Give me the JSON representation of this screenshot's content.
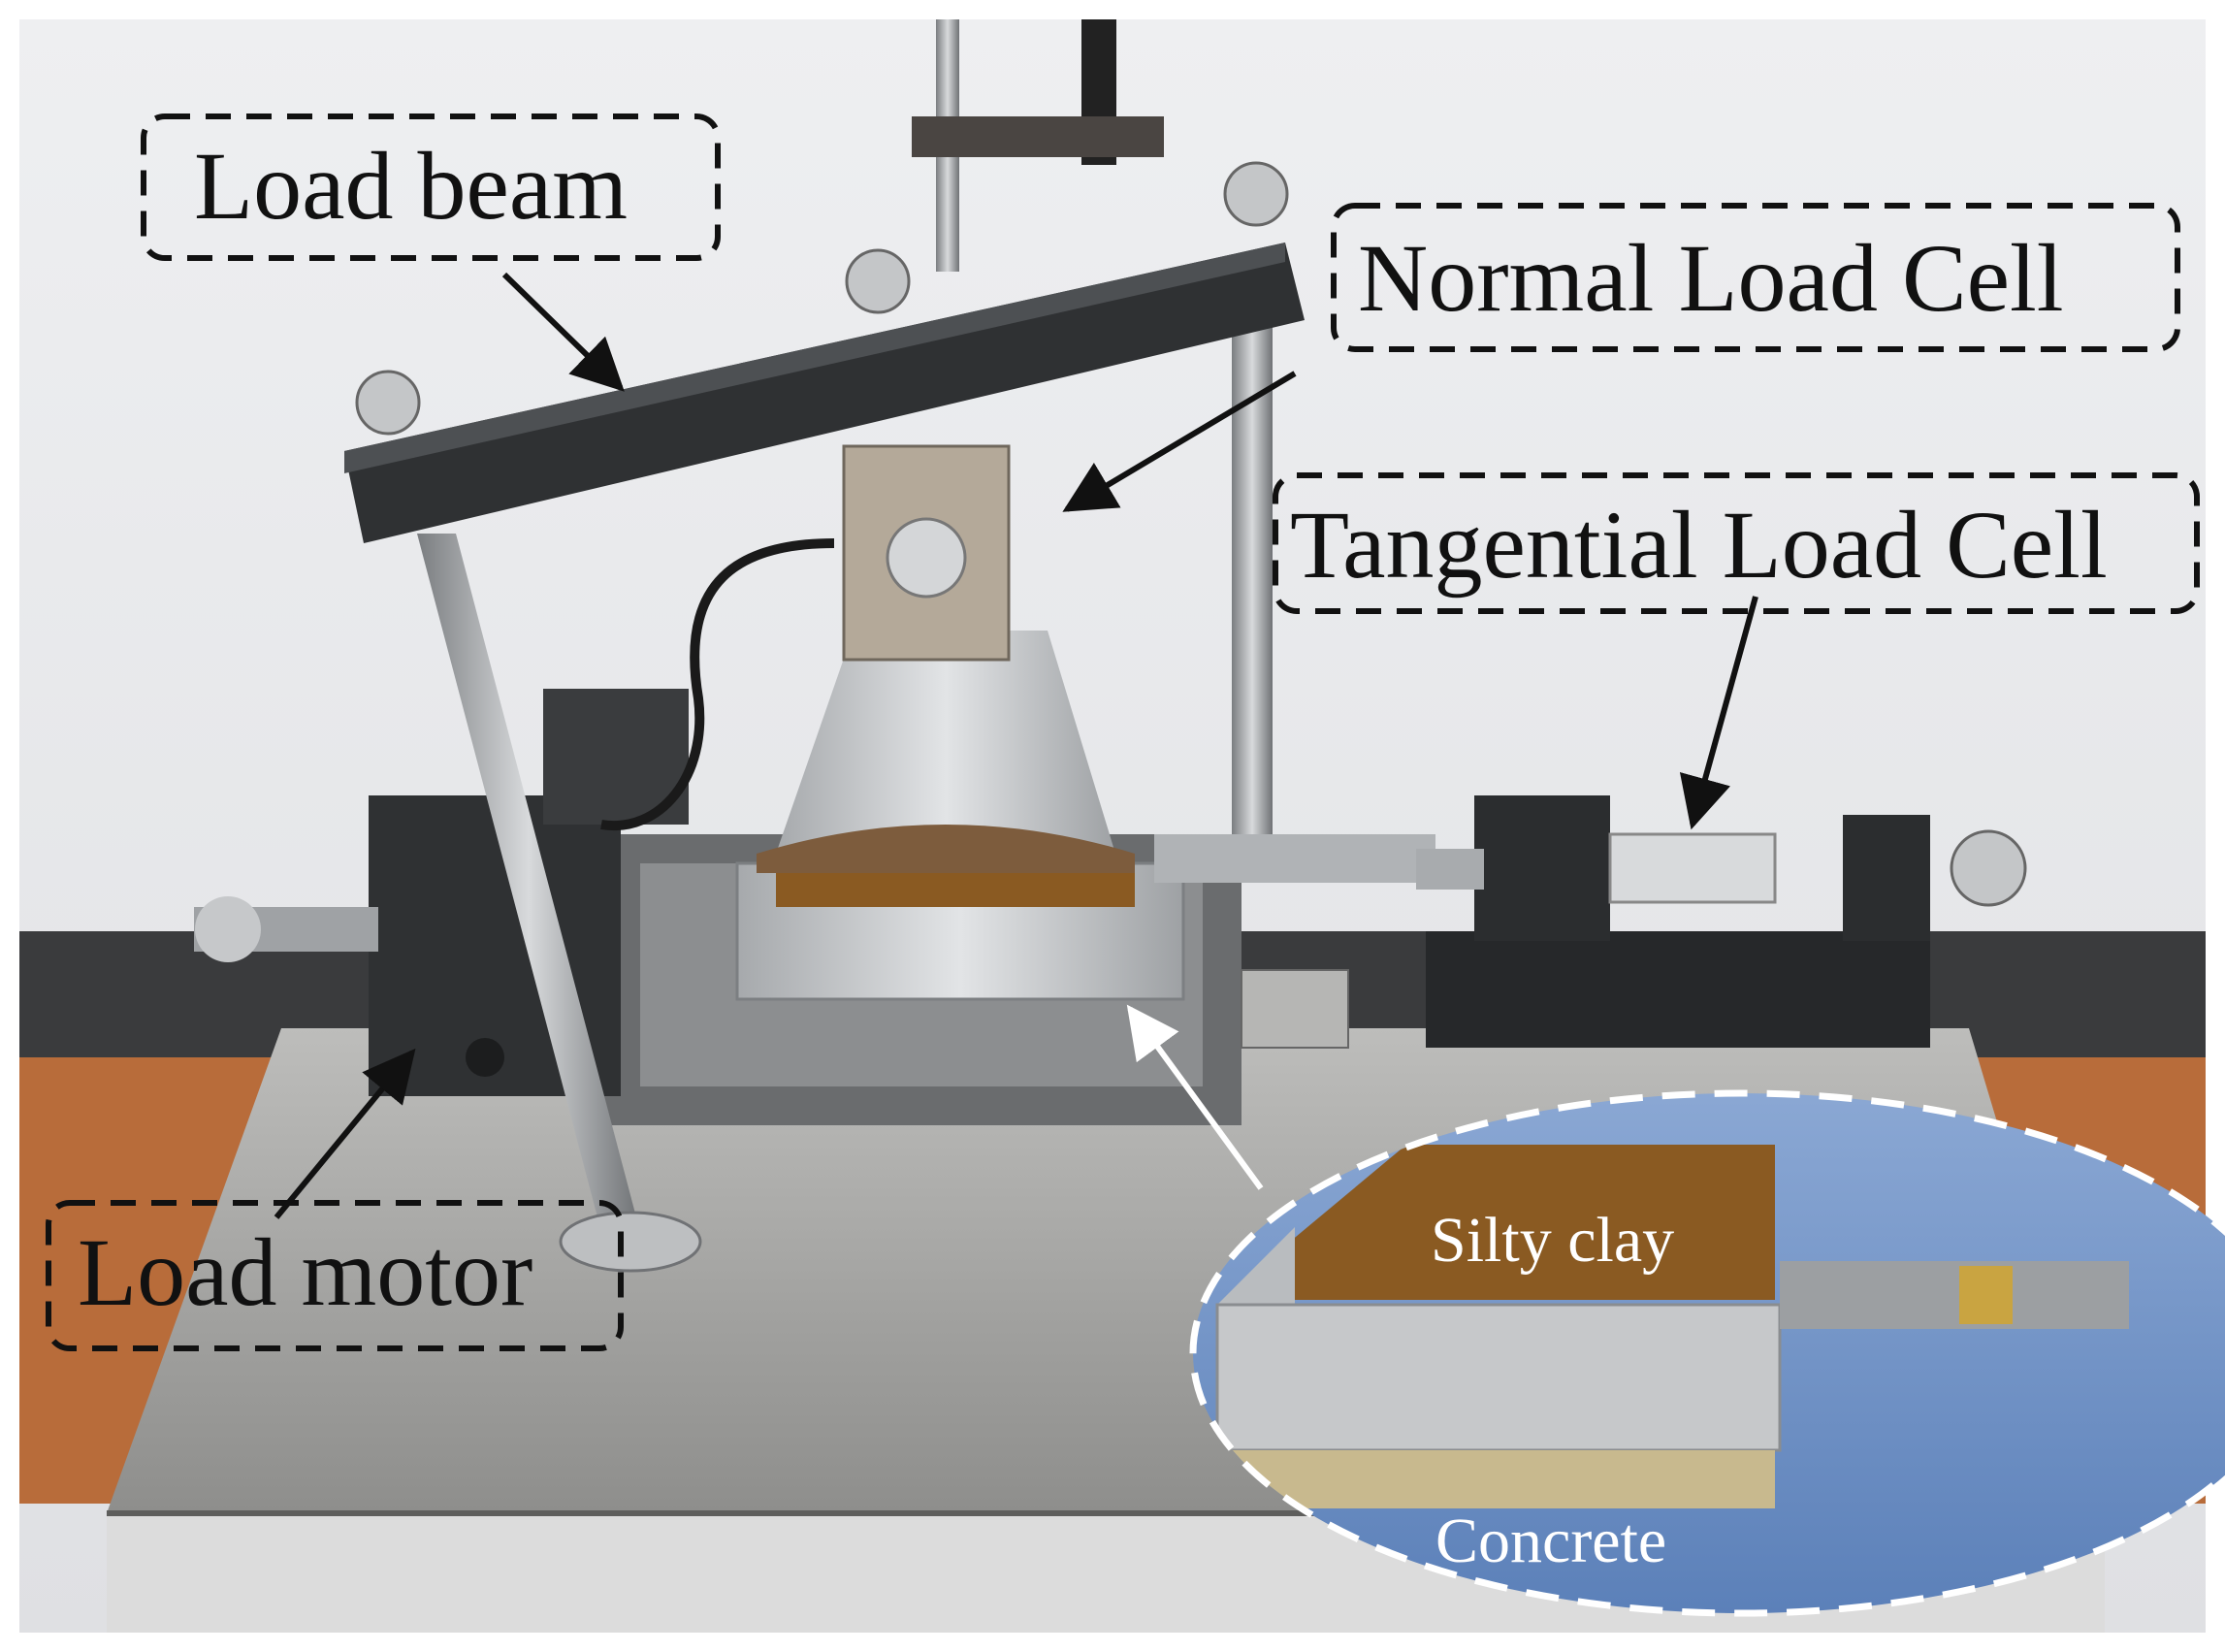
{
  "labels": {
    "load_beam": "Load beam",
    "normal_load_cell": "Normal Load Cell",
    "tangential_load_cell": "Tangential Load Cell",
    "load_motor": "Load motor"
  },
  "inset": {
    "upper_material": "Silty clay",
    "lower_material": "Concrete"
  },
  "colors": {
    "wall": "#e9eaec",
    "bench_wood": "#b86c3a",
    "steel_plate": "#a9a9a7",
    "dark_metal": "#2f3133",
    "aluminium": "#c9cbcd",
    "clay": "#8a5a22",
    "concrete": "#c8b98e",
    "inset_blue": "#6d8fc3",
    "label_dash": "#111111"
  }
}
